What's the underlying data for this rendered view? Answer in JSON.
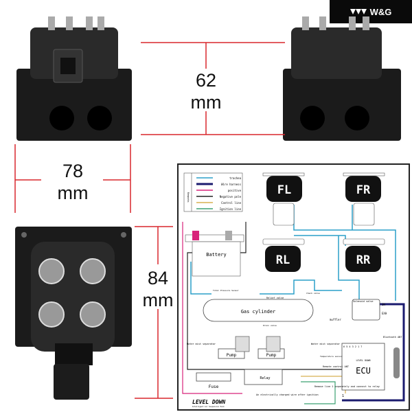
{
  "brand": {
    "name": "W&G"
  },
  "dimensions": {
    "height": {
      "value": "62",
      "unit": "mm"
    },
    "width": {
      "value": "78",
      "unit": "mm"
    },
    "depth": {
      "value": "84",
      "unit": "mm"
    }
  },
  "colors": {
    "dimension_line": "#d9262c",
    "airline": "#2a9fc9",
    "harness": "#1a1a6e",
    "positive": "#d8237a",
    "control": "#d8b050",
    "ignition": "#3aa070"
  },
  "diagram": {
    "legend": {
      "title": "Remarks",
      "items": [
        "trachea",
        "Wire harness",
        "positive",
        "Negative pole",
        "Control line",
        "Ignition line"
      ]
    },
    "air_springs": [
      "FL",
      "FR",
      "RL",
      "RR"
    ],
    "battery": "Battery",
    "gas_cylinder": "Gas cylinder",
    "pressure_sensor": "Total Pressure Sensor",
    "relief_valve": "Relief valve",
    "check_valve": "Check valve",
    "drain_valve": "Drain valve",
    "solenoid_valve": "Solenoid valve",
    "in_label": "IN",
    "exh_label": "EXH",
    "muffler": "muffler",
    "water_separator": "Water mist separator",
    "pump": "Pump",
    "bluetooth": "Bluetooth ANT",
    "temp_sensor": "Temperature sensor",
    "remote": "Remote control ANT",
    "ecu": "ECU",
    "ecu_brand": "LEVEL DOWN",
    "ecu_pins": "6 5 4 3 2 1 7",
    "fuse": "Fuse",
    "relay": "Relay",
    "remove_note": "Remove line 1 separately and connect to relay",
    "ignition_note": "An electrically charged wire after ignition",
    "line_one": "1",
    "footer_logo": "LEVEL DOWN",
    "footer_tagline": "Intelligent Air Suspension Pack"
  }
}
